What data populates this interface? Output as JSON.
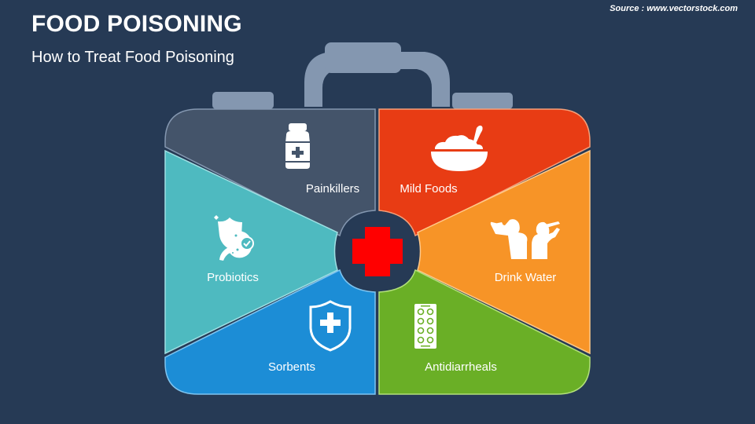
{
  "header": {
    "title": "FOOD POISONING",
    "subtitle": "How to Treat Food Poisoning",
    "source": "Source : www.vectorstock.com"
  },
  "colors": {
    "background": "#263a55",
    "handle": "#8497b0",
    "center_circle": "#263a55",
    "center_cross": "#ff0000"
  },
  "segments": [
    {
      "id": "painkillers",
      "label": "Painkillers",
      "icon": "medicine-bottle-icon",
      "color": "#44546a",
      "border": "#8497b0"
    },
    {
      "id": "mild-foods",
      "label": "Mild Foods",
      "icon": "food-bowl-icon",
      "color": "#e83c14",
      "border": "#f4a07a"
    },
    {
      "id": "probiotics",
      "label": "Probiotics",
      "icon": "stomach-shield-icon",
      "color": "#4ebac0",
      "border": "#9fe0e3"
    },
    {
      "id": "drink-water",
      "label": "Drink Water",
      "icon": "people-drinking-icon",
      "color": "#f79427",
      "border": "#ffc98a"
    },
    {
      "id": "sorbents",
      "label": "Sorbents",
      "icon": "shield-cross-icon",
      "color": "#1c8dd6",
      "border": "#7ec4f0"
    },
    {
      "id": "antidiarrheals",
      "label": "Antidiarrheals",
      "icon": "pill-blister-icon",
      "color": "#6aaf26",
      "border": "#b2e07a"
    }
  ],
  "center": {
    "icon": "medical-cross-icon"
  }
}
